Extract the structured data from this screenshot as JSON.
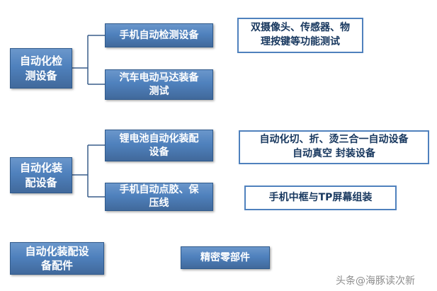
{
  "colors": {
    "node_fill": "#4f81bd",
    "node_border": "#2f5a8c",
    "node_text": "#ffffff",
    "callout_border": "#4f81bd",
    "callout_text": "#17375e",
    "connector": "#385d8a",
    "watermark_text": "#8c8c8c",
    "background": "#ffffff"
  },
  "diagram": {
    "level1": {
      "detection": {
        "label": "自动化检\n测设备"
      },
      "assembly": {
        "label": "自动化装\n配设备"
      },
      "parts": {
        "label": "自动化装配设\n备配件"
      }
    },
    "level2": {
      "phone_detect": {
        "label": "手机自动检测设备"
      },
      "motor_test": {
        "label": "汽车电动马达装备\n测试"
      },
      "battery_assembly": {
        "label": "锂电池自动化装配\n设备"
      },
      "glue_line": {
        "label": "手机自动点胶、保\n压线"
      },
      "precision_parts": {
        "label": "精密零部件"
      }
    },
    "callouts": {
      "camera_sensor": {
        "label": "双摄像头、传感器、物\n理按键等功能测试"
      },
      "auto_cut": {
        "label": "自动化切、折、烫三合一自动设备\n自动真空 封装设备"
      },
      "midframe_tp": {
        "label": "手机中框与TP屏幕组装"
      }
    }
  },
  "watermark": {
    "logo_glyph": "头",
    "text": "头条@海豚读次新"
  }
}
